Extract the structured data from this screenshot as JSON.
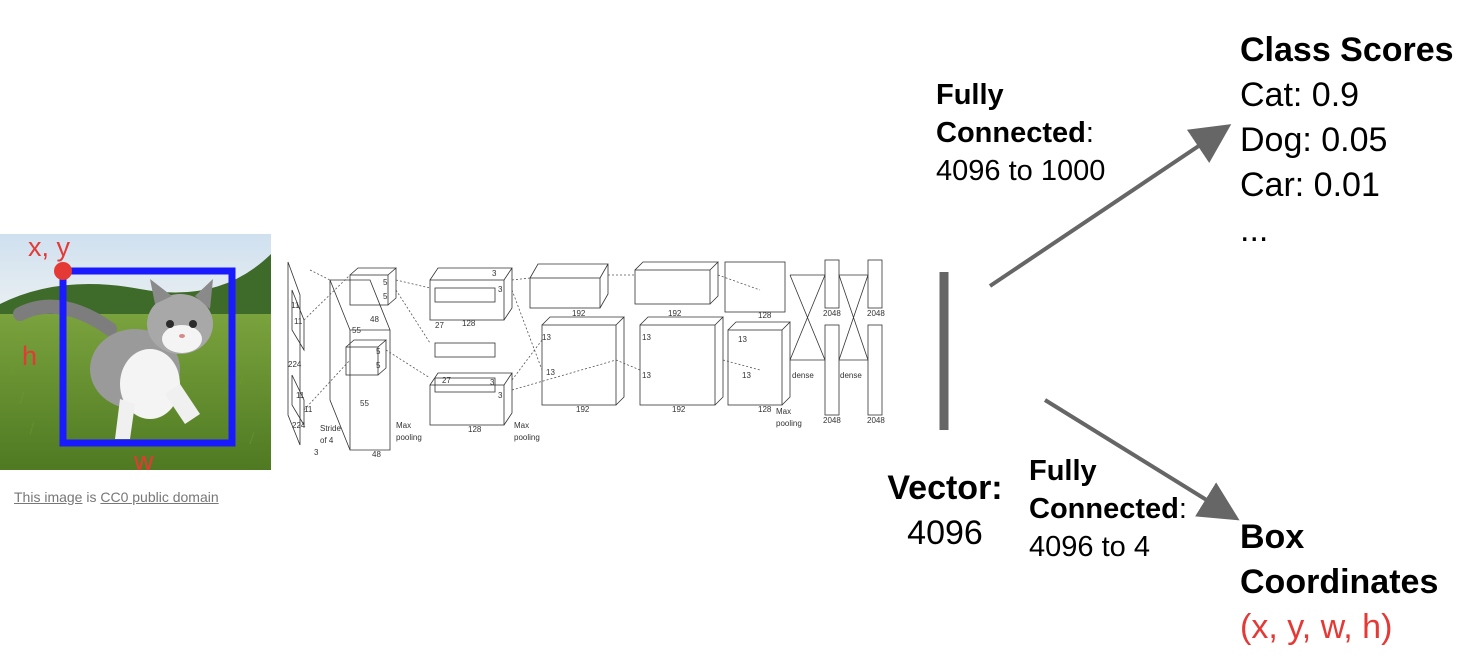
{
  "image_labels": {
    "xy": "x, y",
    "h": "h",
    "w": "w"
  },
  "caption": {
    "link1": "This image",
    "middle": " is ",
    "link2": "CC0 public domain"
  },
  "network": {
    "conv1": {
      "input": "224",
      "kernel": "11",
      "stride": "Stride of 4",
      "depth": "3",
      "channels": "48",
      "out": "55",
      "kernel2": "5"
    },
    "pool": "Max pooling",
    "conv2": {
      "size": "27",
      "channels": "128",
      "kernel": "3"
    },
    "conv3": {
      "size": "13",
      "channels": "192"
    },
    "conv5": {
      "channels": "128"
    },
    "fc": {
      "units": "2048",
      "label": "dense"
    }
  },
  "vector": {
    "title": "Vector:",
    "value": "4096"
  },
  "fc_top": {
    "line1": "Fully",
    "line2_bold": "Connected",
    "line2_rest": ":",
    "line3": "4096 to 1000"
  },
  "fc_bottom": {
    "line1": "Fully",
    "line2_bold": "Connected",
    "line2_rest": ":",
    "line3": "4096 to 4"
  },
  "class_scores": {
    "title": "Class Scores",
    "items": [
      "Cat: 0.9",
      "Dog: 0.05",
      "Car: 0.01",
      "..."
    ]
  },
  "box_coordinates": {
    "line1": "Box",
    "line2": "Coordinates",
    "value": "(x, y, w, h)"
  },
  "colors": {
    "box": "#1a1aff",
    "point": "#e53935",
    "arrow": "#666666",
    "vector_bar": "#666666"
  }
}
